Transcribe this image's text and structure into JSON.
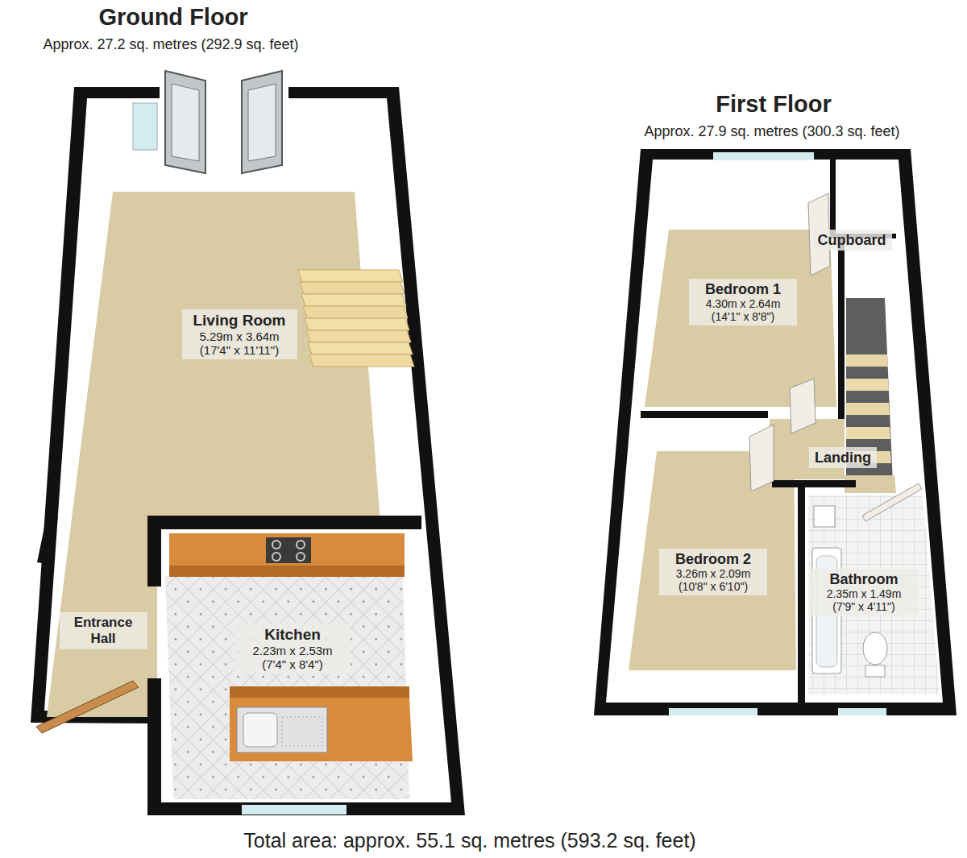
{
  "diagram": {
    "caption": "Total area: approx. 55.1 sq. metres (593.2 sq. feet)",
    "nodes": [
      {
        "text": [
          "Ground Floor",
          "Approx. 27.2 sq. metres (292.9 sq. feet)"
        ]
      },
      {
        "text": [
          "Living Room",
          "5.29m x 3.64m (17'4\" x 11'11\")"
        ],
        "in": 0
      },
      {
        "text": [
          "Entrance Hall"
        ],
        "in": 0
      },
      {
        "text": [
          "Kitchen",
          "2.23m x 2.53m (7'4\" x 8'4\")"
        ],
        "in": 0
      },
      {
        "text": [
          "First Floor",
          "Approx. 27.9 sq. metres (300.3 sq. feet)"
        ]
      },
      {
        "text": [
          "Bedroom 1",
          "4.30m x 2.64m (14'1\" x 8'8\")"
        ],
        "in": 4
      },
      {
        "text": [
          "Cupboard"
        ],
        "in": 4
      },
      {
        "text": [
          "Landing"
        ],
        "in": 4
      },
      {
        "text": [
          "Bedroom 2",
          "3.26m x 2.09m (10'8\" x 6'10\")"
        ],
        "in": 4
      },
      {
        "text": [
          "Bathroom",
          "2.35m x 1.49m (7'9\" x 4'11\")"
        ],
        "in": 4
      }
    ]
  }
}
